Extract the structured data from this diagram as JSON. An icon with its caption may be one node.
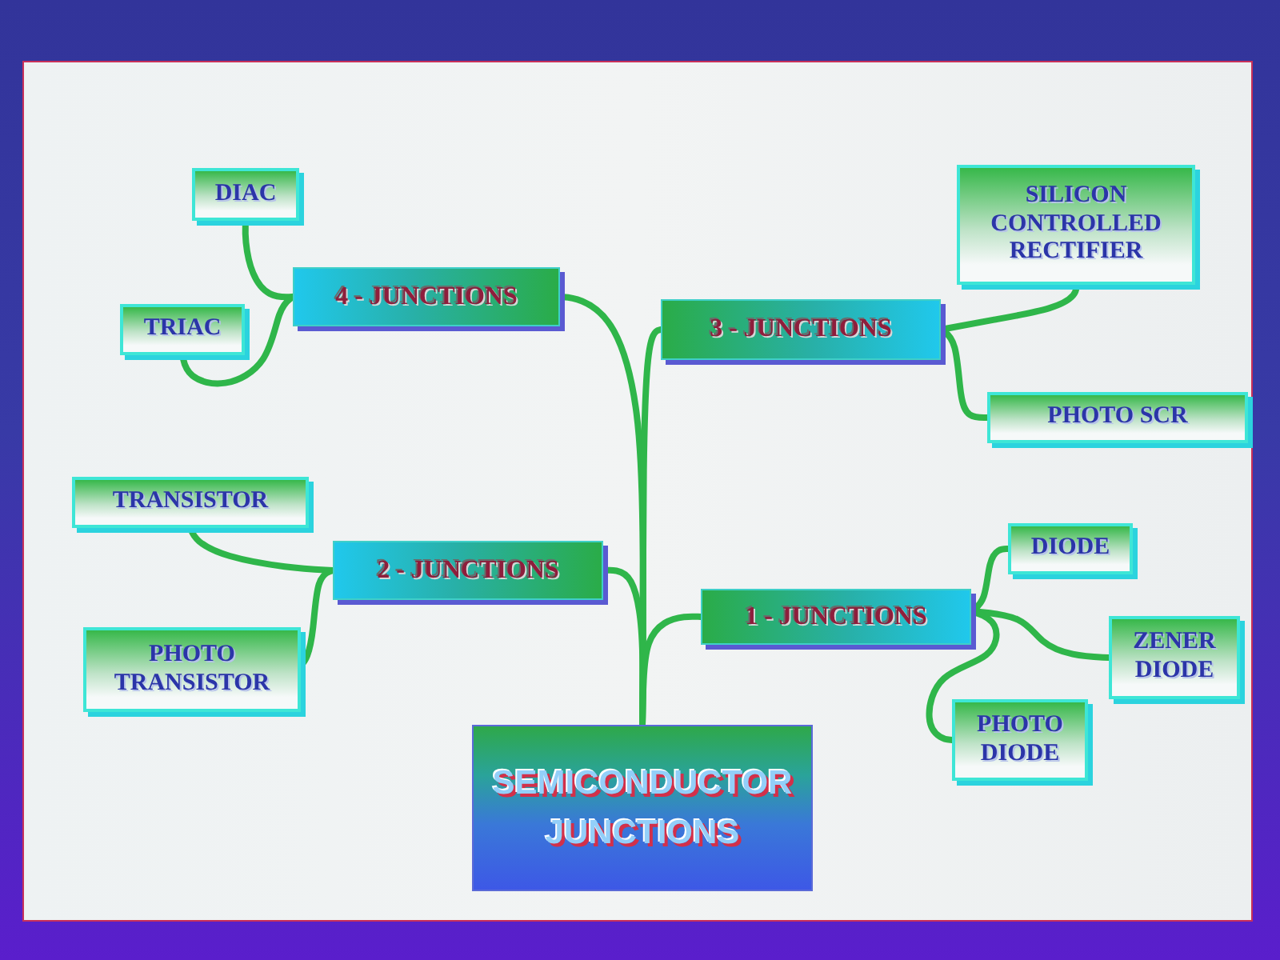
{
  "diagram": {
    "nodes": [
      {
        "text": [
          "SEMICONDUCTOR JUNCTIONS"
        ]
      },
      {
        "text": [
          "4 - JUNCTIONS"
        ]
      },
      {
        "text": [
          "DIAC"
        ]
      },
      {
        "text": [
          "TRIAC"
        ]
      },
      {
        "text": [
          "3 - JUNCTIONS"
        ]
      },
      {
        "text": [
          "SILICON CONTROLLED RECTIFIER"
        ]
      },
      {
        "text": [
          "PHOTO SCR"
        ]
      },
      {
        "text": [
          "2 - JUNCTIONS"
        ]
      },
      {
        "text": [
          "TRANSISTOR"
        ]
      },
      {
        "text": [
          "PHOTO TRANSISTOR"
        ]
      },
      {
        "text": [
          "1 - JUNCTIONS"
        ]
      },
      {
        "text": [
          "DIODE"
        ]
      },
      {
        "text": [
          "ZENER DIODE"
        ]
      },
      {
        "text": [
          "PHOTO DIODE"
        ]
      }
    ],
    "edges": [
      {
        "from": 0,
        "to": 1,
        "arrow": "none"
      },
      {
        "from": 0,
        "to": 4,
        "arrow": "none"
      },
      {
        "from": 0,
        "to": 7,
        "arrow": "none"
      },
      {
        "from": 0,
        "to": 10,
        "arrow": "none"
      },
      {
        "from": 1,
        "to": 2,
        "arrow": "none"
      },
      {
        "from": 1,
        "to": 3,
        "arrow": "none"
      },
      {
        "from": 4,
        "to": 5,
        "arrow": "none"
      },
      {
        "from": 4,
        "to": 6,
        "arrow": "none"
      },
      {
        "from": 7,
        "to": 8,
        "arrow": "none"
      },
      {
        "from": 7,
        "to": 9,
        "arrow": "none"
      },
      {
        "from": 10,
        "to": 11,
        "arrow": "none"
      },
      {
        "from": 10,
        "to": 12,
        "arrow": "none"
      },
      {
        "from": 10,
        "to": 13,
        "arrow": "none"
      }
    ]
  }
}
